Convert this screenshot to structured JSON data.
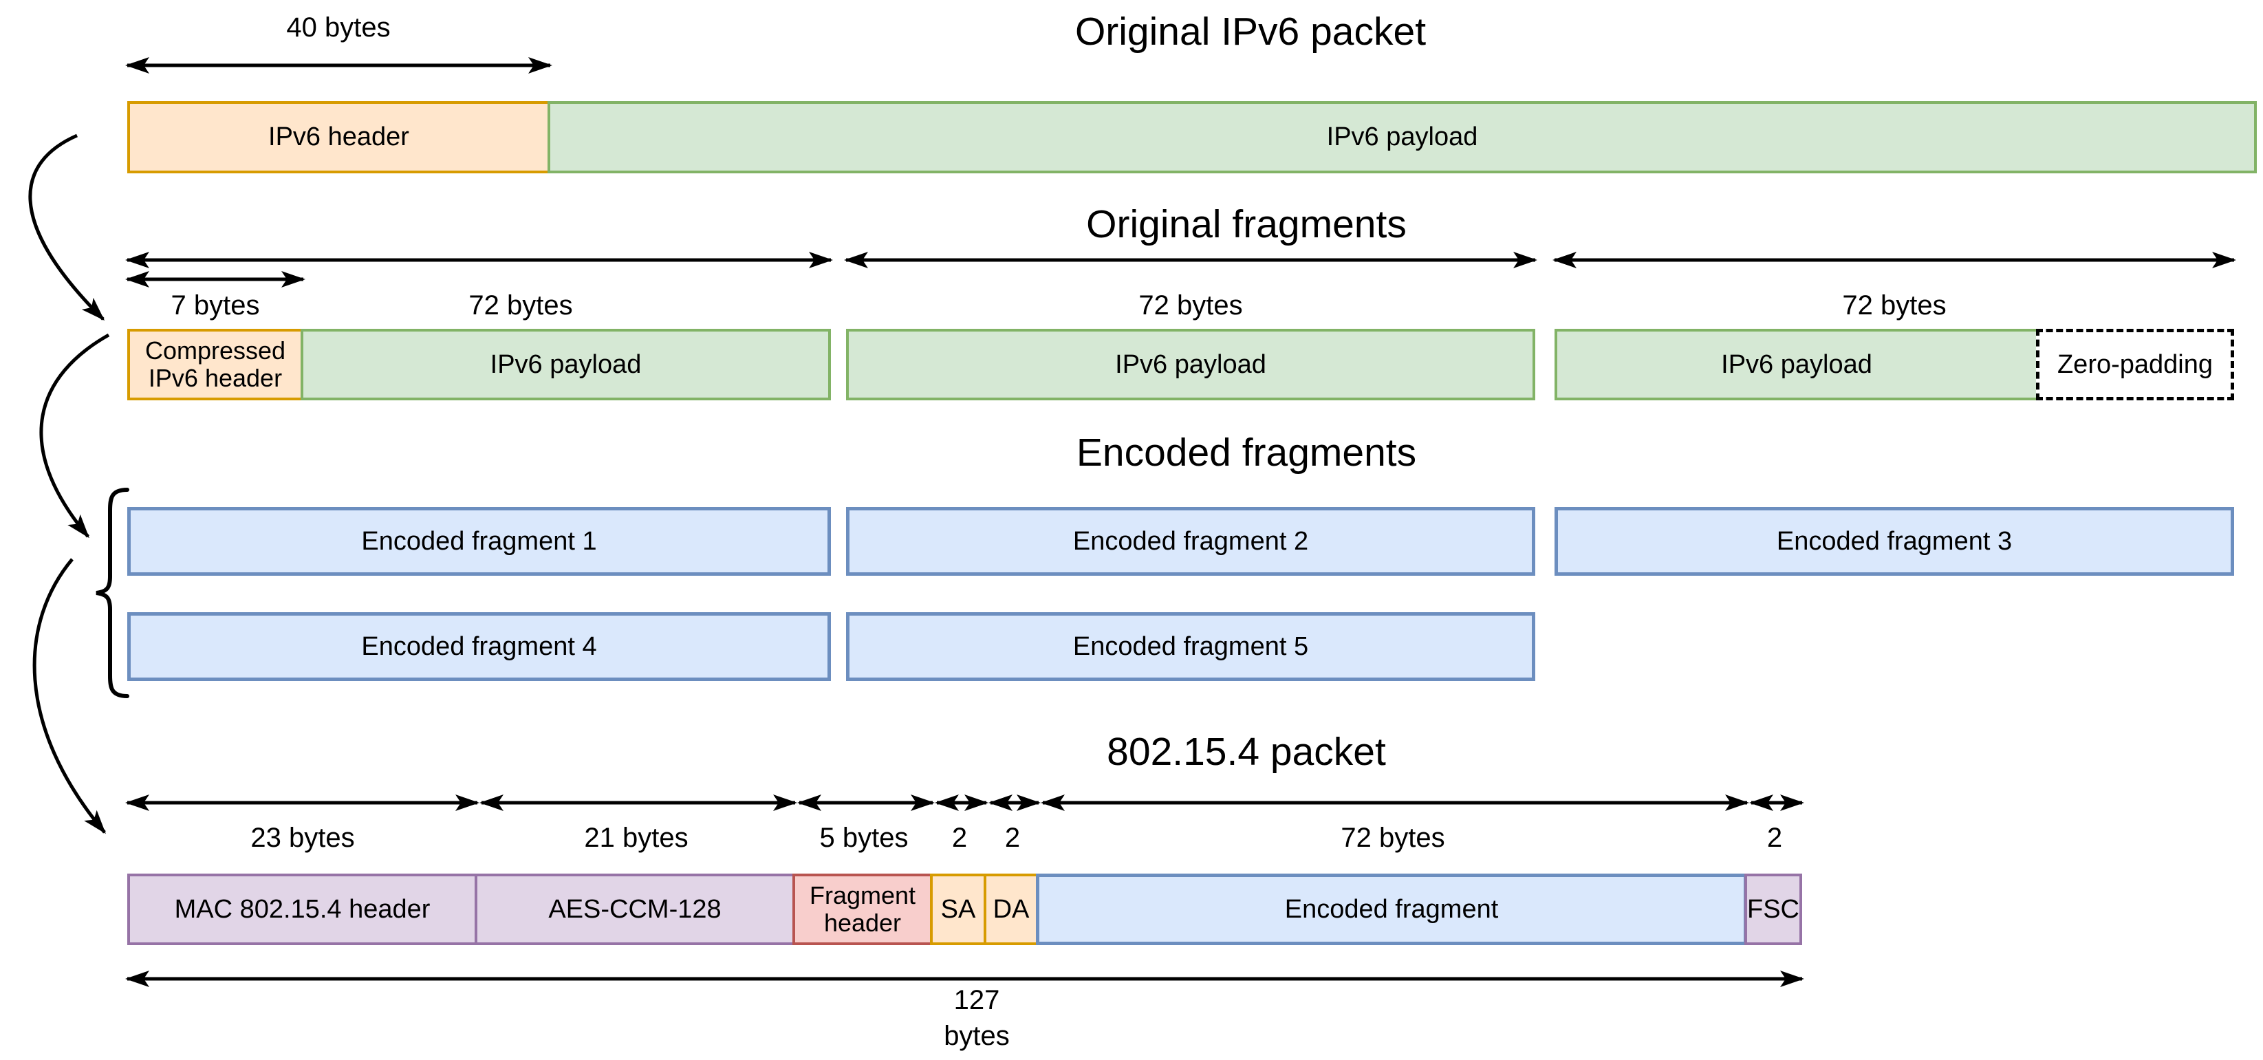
{
  "sections": {
    "original_packet": {
      "title": "Original IPv6 packet",
      "header_width_label": "40 bytes",
      "boxes": {
        "ipv6_header": "IPv6 header",
        "ipv6_payload": "IPv6 payload"
      }
    },
    "original_fragments": {
      "title": "Original fragments",
      "width_labels": {
        "compressed_header": "7 bytes",
        "fragment1": "72 bytes",
        "fragment2": "72 bytes",
        "fragment3": "72 bytes"
      },
      "boxes": {
        "compressed_header": "Compressed IPv6 header",
        "payload1": "IPv6 payload",
        "payload2": "IPv6 payload",
        "payload3": "IPv6 payload",
        "zero_padding": "Zero-padding"
      }
    },
    "encoded_fragments": {
      "title": "Encoded fragments",
      "boxes": [
        "Encoded fragment 1",
        "Encoded fragment 2",
        "Encoded fragment 3",
        "Encoded fragment 4",
        "Encoded fragment 5"
      ]
    },
    "packet_802154": {
      "title": "802.15.4 packet",
      "width_labels": [
        "23 bytes",
        "21 bytes",
        "5 bytes",
        "2",
        "2",
        "72 bytes",
        "2"
      ],
      "boxes": [
        "MAC 802.15.4 header",
        "AES-CCM-128",
        "Fragment header",
        "SA",
        "DA",
        "Encoded fragment",
        "FSC"
      ],
      "total_width_label_line1": "127",
      "total_width_label_line2": "bytes"
    }
  },
  "colors": {
    "orange_fill": "#ffe6cc",
    "orange_stroke": "#d79b00",
    "green_fill": "#d5e8d4",
    "green_stroke": "#82b366",
    "blue_fill": "#dae8fc",
    "blue_stroke": "#6c8ebf",
    "purple_fill": "#e1d5e7",
    "purple_stroke": "#9673a6",
    "pink_fill": "#f8cecc",
    "pink_stroke": "#b85450",
    "line": "#000000"
  }
}
